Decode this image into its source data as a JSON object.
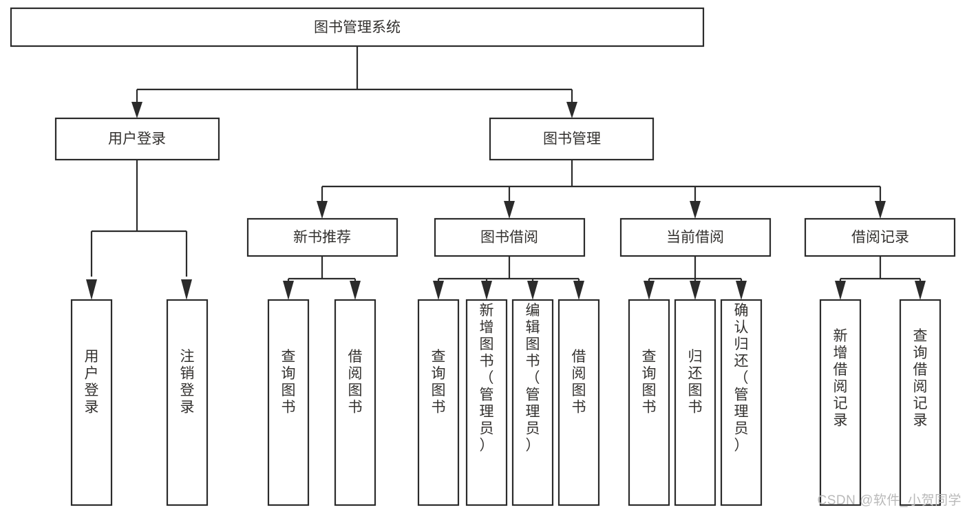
{
  "diagram": {
    "type": "tree-hierarchy-chart",
    "title": "图书管理系统",
    "background_color": "#ffffff",
    "box_stroke_color": "#2b2b2b",
    "text_color": "#33312f",
    "root": {
      "label": "图书管理系统"
    },
    "level2": [
      {
        "label": "用户登录"
      },
      {
        "label": "图书管理"
      }
    ],
    "level3": [
      {
        "label": "新书推荐"
      },
      {
        "label": "图书借阅"
      },
      {
        "label": "当前借阅"
      },
      {
        "label": "借阅记录"
      }
    ],
    "leaves": {
      "user_login": [
        {
          "label": "用户登录"
        },
        {
          "label": "注销登录"
        }
      ],
      "new_book_recommend": [
        {
          "label": "查询图书"
        },
        {
          "label": "借阅图书"
        }
      ],
      "book_borrow": [
        {
          "label": "查询图书"
        },
        {
          "label": "新增图书（管理员）"
        },
        {
          "label": "编辑图书（管理员）"
        },
        {
          "label": "借阅图书"
        }
      ],
      "current_borrow": [
        {
          "label": "查询图书"
        },
        {
          "label": "归还图书"
        },
        {
          "label": "确认归还（管理员）"
        }
      ],
      "borrow_records": [
        {
          "label": "新增借阅记录"
        },
        {
          "label": "查询借阅记录"
        }
      ]
    }
  },
  "watermark": {
    "text": "CSDN @软件_小贺同学",
    "color": "#b9b9b9"
  }
}
